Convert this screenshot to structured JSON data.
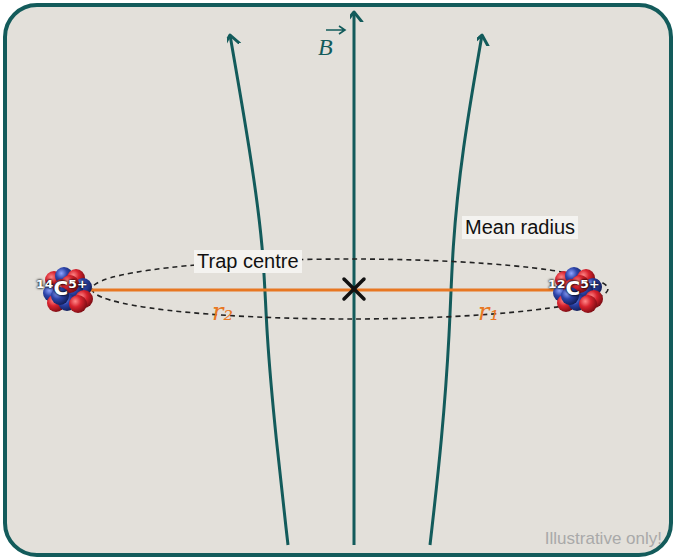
{
  "diagram": {
    "labels": [
      "B",
      "Mean radius",
      "Trap centre",
      "r₂",
      "r₁",
      "¹⁴C⁵⁺",
      "¹²C⁵⁺",
      "Illustrative only!"
    ]
  }
}
